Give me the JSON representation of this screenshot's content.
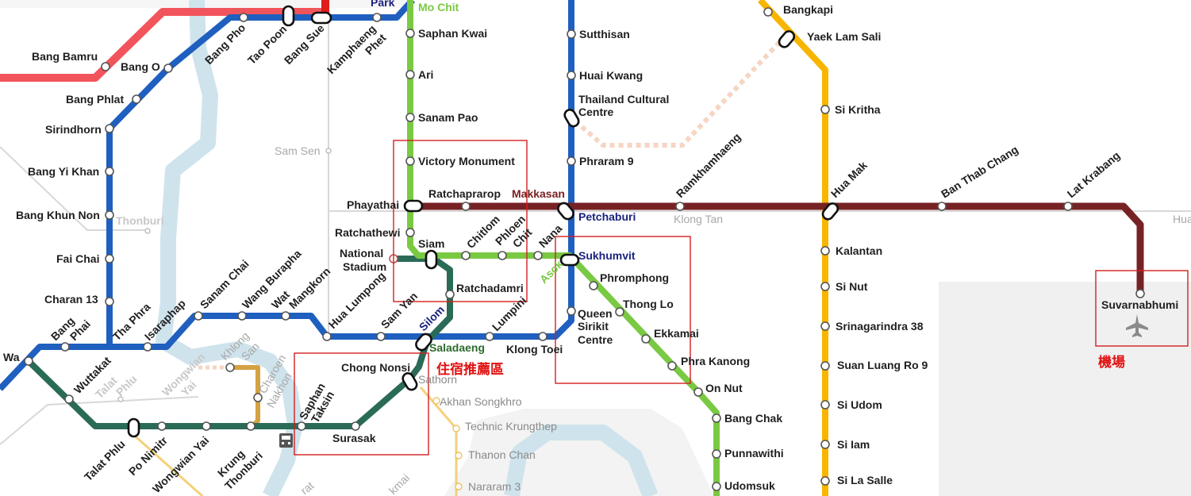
{
  "lines_colors": {
    "sukhumvit_green": "#7ac943",
    "silom_darkgreen": "#2a6b57",
    "mrt_blue": "#1f5fbf",
    "arl_maroon": "#762224",
    "yellow": "#f7b500",
    "red": "#f2545b",
    "gold": "#d4a143",
    "river": "#cfe3ec"
  },
  "stations": {
    "mo_chit": "Mo Chit",
    "park": "Park",
    "saphan_kwai": "Saphan Kwai",
    "ari": "Ari",
    "sanam_pao": "Sanam Pao",
    "victory_monument": "Victory Monument",
    "phayathai": "Phayathai",
    "ratchaprarop": "Ratchaprarop",
    "makkasan": "Makkasan",
    "ratchathewi": "Ratchathewi",
    "siam": "Siam",
    "chitlom": "Chitlom",
    "phloen": "Phloen",
    "chit": "Chit",
    "nana": "Nana",
    "asok": "Asok",
    "national": "National",
    "stadium": "Stadium",
    "ratchadamri": "Ratchadamri",
    "sutthisan": "Sutthisan",
    "huai_kwang": "Huai Kwang",
    "thailand_cultural": "Thailand Cultural",
    "centre": "Centre",
    "phraram_9": "Phraram 9",
    "petchaburi": "Petchaburi",
    "sukhumvit": "Sukhumvit",
    "phromphong": "Phromphong",
    "thong_lo": "Thong Lo",
    "ekkamai": "Ekkamai",
    "phra_kanong": "Phra Kanong",
    "on_nut": "On Nut",
    "bang_chak": "Bang Chak",
    "punnawithi": "Punnawithi",
    "udomsuk": "Udomsuk",
    "queen": "Queen",
    "sirikit": "Sirikit",
    "centre2": "Centre",
    "bangkapi": "Bangkapi",
    "yaek_lam_sali": "Yaek Lam Sali",
    "si_kritha": "Si Kritha",
    "hua_mak": "Hua Mak",
    "kalantan": "Kalantan",
    "si_nut": "Si Nut",
    "srinagarindra_38": "Srinagarindra 38",
    "suan_luang": "Suan Luang Ro 9",
    "si_udom": "Si Udom",
    "si_iam": "Si Iam",
    "si_la_salle": "Si La Salle",
    "ramkhamhaeng": "Ramkhamhaeng",
    "ban_thab_chang": "Ban Thab Chang",
    "lat_krabang": "Lat Krabang",
    "suvarnabhumi": "Suvarnabhumi",
    "klong_tan": "Klong Tan",
    "hua": "Hua",
    "bang_bamru": "Bang Bamru",
    "bang_o": "Bang O",
    "bang_phlat": "Bang Phlat",
    "sirindhorn": "Sirindhorn",
    "bang_yi_khan": "Bang Yi Khan",
    "bang_khun_non": "Bang Khun Non",
    "fai_chai": "Fai Chai",
    "charan_13": "Charan 13",
    "thonburi": "Thonburi",
    "sam_sen": "Sam Sen",
    "bang_pho": "Bang Pho",
    "tao_poon": "Tao Poon",
    "bang_sue": "Bang Sue",
    "kamphaeng": "Kamphaeng",
    "phet": "Phet",
    "sanam_chai": "Sanam Chai",
    "wang_burapha": "Wang Burapha",
    "wat": "Wat",
    "mangkorn": "Mangkorn",
    "hua_lumpong": "Hua Lumpong",
    "sam_yan": "Sam Yan",
    "silom": "Silom",
    "lumpini": "Lumpini",
    "klong_toei": "Klong Toei",
    "saladaeng": "Saladaeng",
    "bang": "Bang",
    "phai": "Phai",
    "tha_phra": "Tha Phra",
    "isaraphap": "Isaraphap",
    "wa": "Wa",
    "wuttakat": "Wuttakat",
    "talat": "Talat",
    "phlu": "Phlu",
    "wongwian": "Wongwian",
    "yai": "Yai",
    "khlong": "Khlong",
    "san": "San",
    "charoen": "Charoen",
    "nakhon": "Nakhon",
    "chong_nonsi": "Chong Nonsi",
    "sathorn": "Sathorn",
    "saphan": "Saphan",
    "taksin": "Taksin",
    "surasak": "Surasak",
    "akhan_songkhro": "Akhan Songkhro",
    "technic_krungthep": "Technic Krungthep",
    "thanon_chan": "Thanon Chan",
    "nararam_3": "Nararam 3",
    "talat_phlu": "Talat Phlu",
    "po_nimitr": "Po Nimitr",
    "wongwian_yai": "Wongwian Yai",
    "krung": "Krung",
    "thonburi2": "Thonburi",
    "rat": "rat",
    "kmai": "kmai"
  },
  "annotations": {
    "accommodation_zone": "住宿推薦區",
    "airport": "機場"
  },
  "icons": {
    "airport": "airplane-icon",
    "pier": "pier-icon"
  }
}
